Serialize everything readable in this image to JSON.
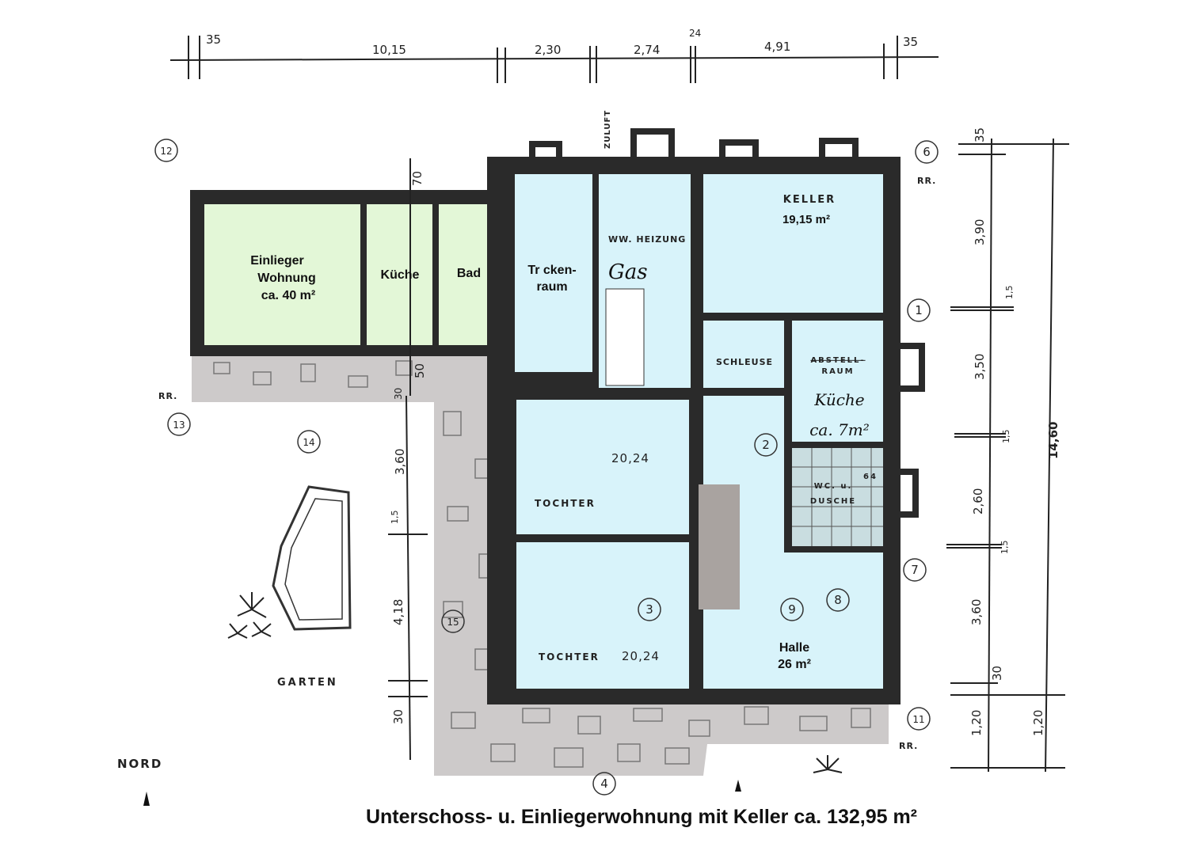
{
  "title": "Unterschoss- u. Einliegerwohnung mit Keller ca. 132,95 m²",
  "colors": {
    "apartment": "#e3f7d7",
    "cellar": "#d8f3fa",
    "stone": "#cdcaca",
    "wall": "#2a2a2a",
    "stairs": "#a9a3a0"
  },
  "rooms": {
    "einlieger": [
      "Einlieger",
      "Wohnung",
      "ca. 40 m²"
    ],
    "kueche": "Küche",
    "bad": "Bad",
    "trockenraum": [
      "Tr  cken-",
      "raum"
    ],
    "heizung": "WW. HEIZUNG",
    "gas": "Gas",
    "keller": "KELLER",
    "keller_area": "19,15 m²",
    "schleuse": "SCHLEUSE",
    "abstellraum": [
      "ABSTELL-",
      "RAUM"
    ],
    "kueche2": [
      "Küche",
      "ca. 7m²"
    ],
    "wc": [
      "WC. u.",
      "DUSCHE"
    ],
    "wc_code": "64",
    "tochter1": "TOCHTER",
    "tochter1_area": "20,24",
    "tochter2": "TOCHTER",
    "tochter2_area": "20,24",
    "halle": "Halle",
    "halle_area": "26 m²"
  },
  "annotations": {
    "zuluft": "ZULUFT",
    "garten": "GARTEN",
    "nord": "NORD",
    "rr": "RR."
  },
  "top_dimensions": [
    "35",
    "10,15",
    "2,30",
    "2,74",
    "24",
    "4,91",
    "35"
  ],
  "right_dimensions": [
    "35",
    "3,90",
    "1,5",
    "3,50",
    "1,5",
    "2,60",
    "1,5",
    "3,60",
    "30",
    "1,20",
    "14,60",
    "1,20"
  ],
  "left_dimensions": [
    "70",
    "50",
    "30",
    "3,60",
    "1,5",
    "4,18",
    "30"
  ],
  "markers": [
    "12",
    "6",
    "1",
    "2",
    "13",
    "14",
    "7",
    "8",
    "9",
    "3",
    "15",
    "11",
    "4"
  ]
}
